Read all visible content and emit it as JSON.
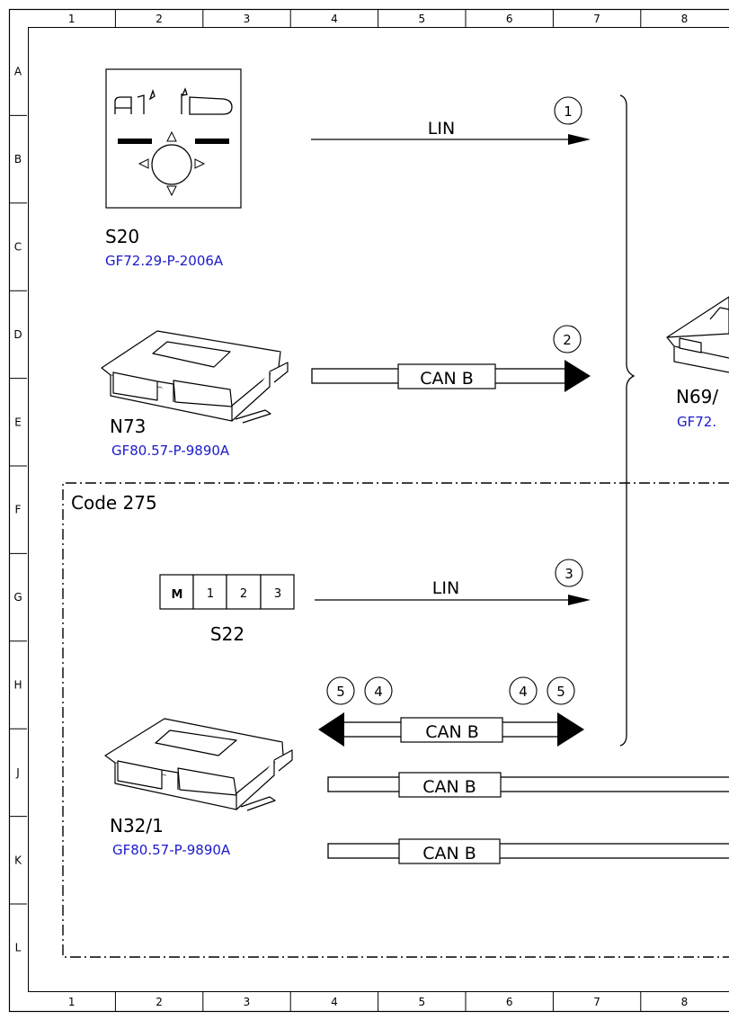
{
  "ruler": {
    "columns": [
      "1",
      "2",
      "3",
      "4",
      "5",
      "6",
      "7",
      "8"
    ],
    "rows": [
      "A",
      "B",
      "C",
      "D",
      "E",
      "F",
      "G",
      "H",
      "J",
      "K",
      "L"
    ]
  },
  "components": {
    "s20": {
      "name": "S20",
      "ref": "GF72.29-P-2006A"
    },
    "n73": {
      "name": "N73",
      "ref": "GF80.57-P-9890A"
    },
    "n69": {
      "name": "N69/",
      "ref": "GF72."
    },
    "s22": {
      "name": "S22",
      "keys": [
        "M",
        "1",
        "2",
        "3"
      ]
    },
    "n32": {
      "name": "N32/1",
      "ref": "GF80.57-P-9890A"
    }
  },
  "option_box": {
    "label": "Code 275"
  },
  "connections": {
    "c1": {
      "label": "LIN",
      "marker": "1"
    },
    "c2": {
      "label": "CAN B",
      "marker": "2"
    },
    "c3": {
      "label": "LIN",
      "marker": "3"
    },
    "c45": {
      "label": "CAN B",
      "markers_left": [
        "5",
        "4"
      ],
      "markers_right": [
        "4",
        "5"
      ]
    },
    "bus_j": {
      "label": "CAN B"
    },
    "bus_k": {
      "label": "CAN B"
    }
  },
  "colors": {
    "link": "#1a1acc",
    "line": "#000000"
  }
}
